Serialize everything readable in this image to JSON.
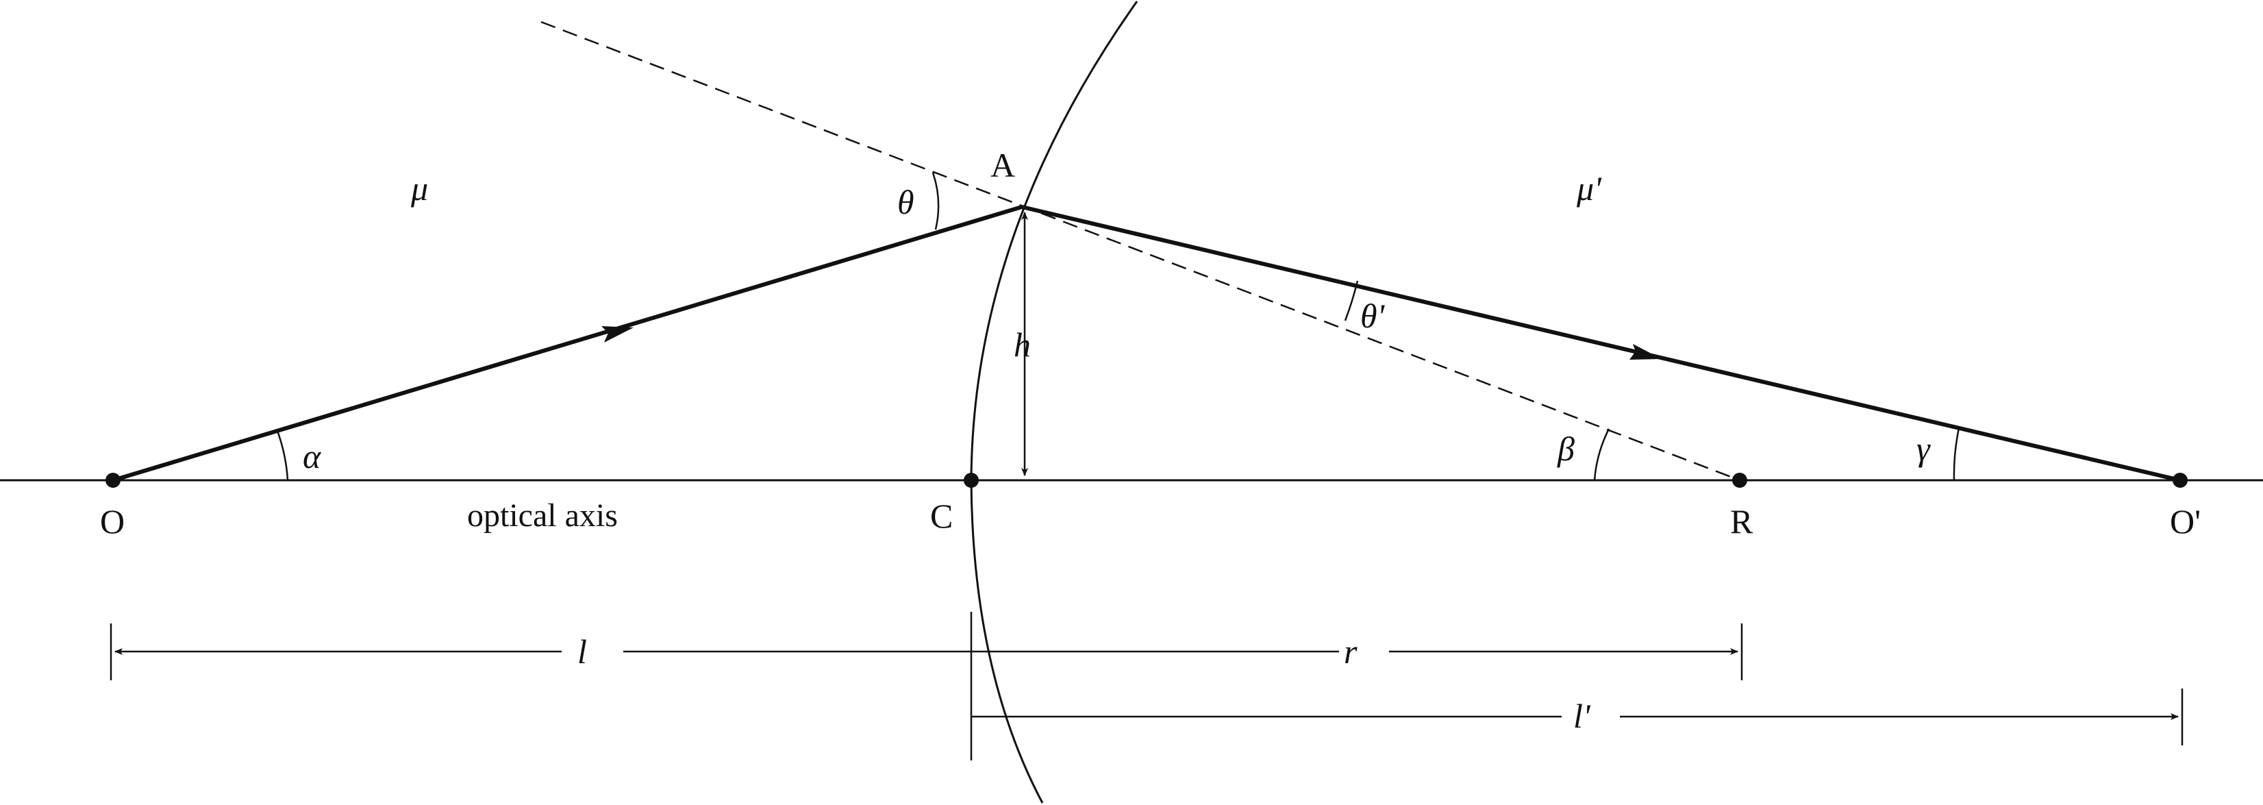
{
  "labels": {
    "medium_left": "μ",
    "medium_right": "μ'",
    "point_O": "O",
    "point_C": "C",
    "point_R": "R",
    "point_O_prime": "O'",
    "point_A": "A",
    "optical_axis": "optical axis",
    "angle_alpha": "α",
    "angle_theta": "θ",
    "angle_theta_prime": "θ'",
    "angle_beta": "β",
    "angle_gamma": "γ",
    "height_h": "h",
    "distance_l": "l",
    "distance_r": "r",
    "distance_l_prime": "l'"
  },
  "colors": {
    "ink": "#111111",
    "background": "#ffffff"
  }
}
